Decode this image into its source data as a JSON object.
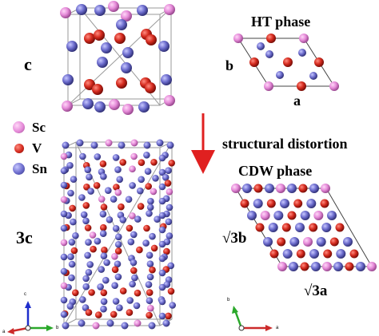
{
  "labels": {
    "c": "c",
    "c3": "3c",
    "ht_phase": "HT phase",
    "ht_b": "b",
    "ht_a": "a",
    "structural_distortion": "structural distortion",
    "cdw_phase": "CDW phase",
    "cdw_b": "√3b",
    "cdw_a": "√3a"
  },
  "legend": [
    {
      "label": "Sc",
      "color": "#e58ad8"
    },
    {
      "label": "V",
      "color": "#d42a1e"
    },
    {
      "label": "Sn",
      "color": "#6b6bcc"
    }
  ],
  "axes_left": {
    "c": "c",
    "a": "a",
    "b": "b"
  },
  "axes_right": {
    "b": "b",
    "a": "a"
  },
  "colors": {
    "sc": "#e58ad8",
    "v": "#d42a1e",
    "sn": "#6b6bcc",
    "arrow": "#e02020",
    "cell_line": "#9a9a9a"
  }
}
